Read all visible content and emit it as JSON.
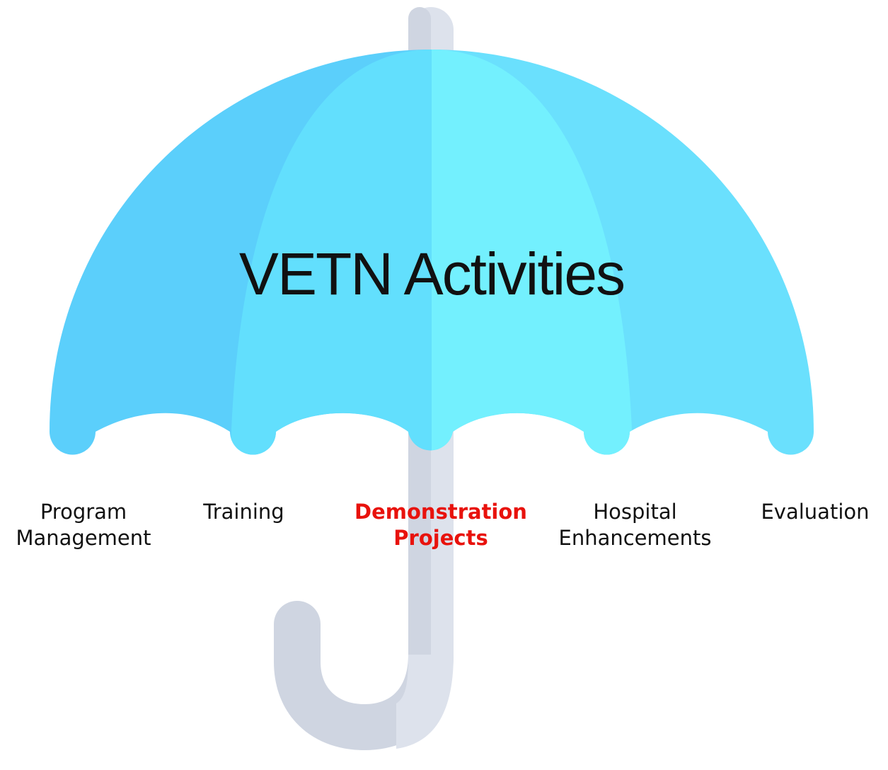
{
  "title": "VETN Activities",
  "activities": [
    {
      "label": "Program\nManagement",
      "highlighted": false
    },
    {
      "label": "Training",
      "highlighted": false
    },
    {
      "label": "Demonstration\nProjects",
      "highlighted": true
    },
    {
      "label": "Hospital\nEnhancements",
      "highlighted": false
    },
    {
      "label": "Evaluation",
      "highlighted": false
    }
  ],
  "colors": {
    "canopy_outer_left": "#5bcffb",
    "canopy_outer_right": "#6ae0fd",
    "canopy_inner_left": "#62dffd",
    "canopy_inner_right": "#73f0fe",
    "pole_light": "#dde2ec",
    "pole_shade": "#cfd5e1",
    "highlight_text": "#e8120c"
  }
}
